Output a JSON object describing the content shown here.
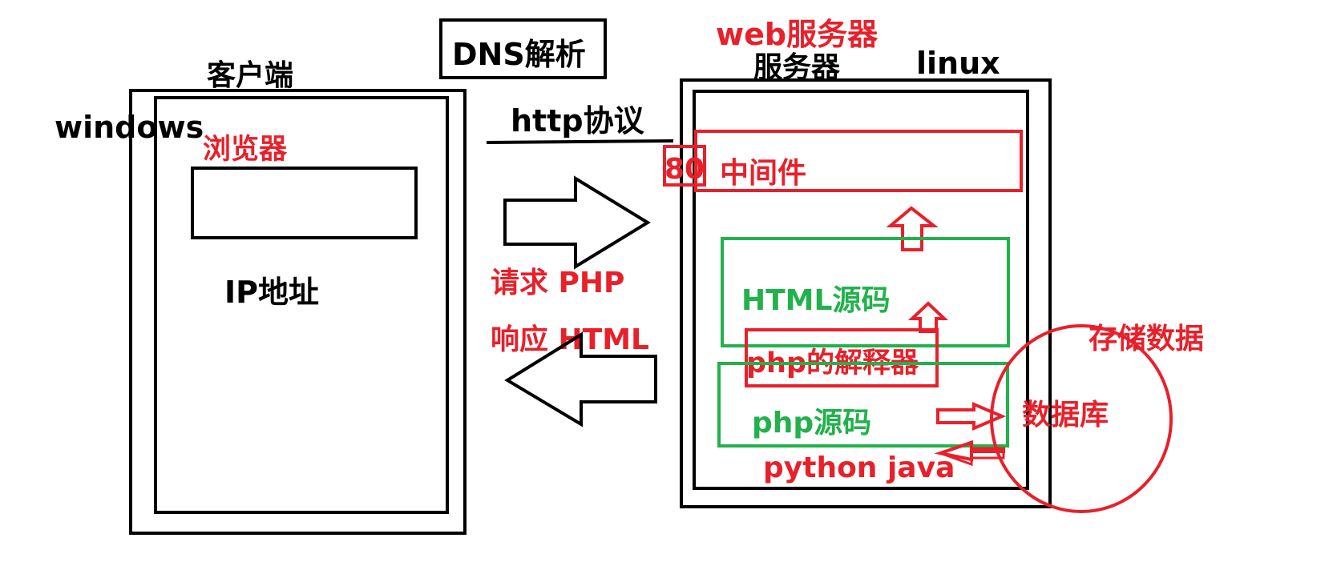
{
  "labels": {
    "dns": "DNS解析",
    "client": "客户端",
    "os_client": "windows",
    "browser": "浏览器",
    "ip": "IP地址",
    "protocol": "http协议",
    "request": "请求 PHP",
    "response": "响应 HTML",
    "web_server": "web服务器",
    "server": "服务器",
    "os_server": "linux",
    "port": "80",
    "middleware": "中间件",
    "html_source": "HTML源码",
    "php_interpreter": "php的解释器",
    "php_source": "php源码",
    "other_langs": "python java",
    "store_data": "存储数据",
    "database": "数据库"
  },
  "colors": {
    "black": "#000000",
    "red": "#e8202a",
    "green": "#22b14c"
  }
}
